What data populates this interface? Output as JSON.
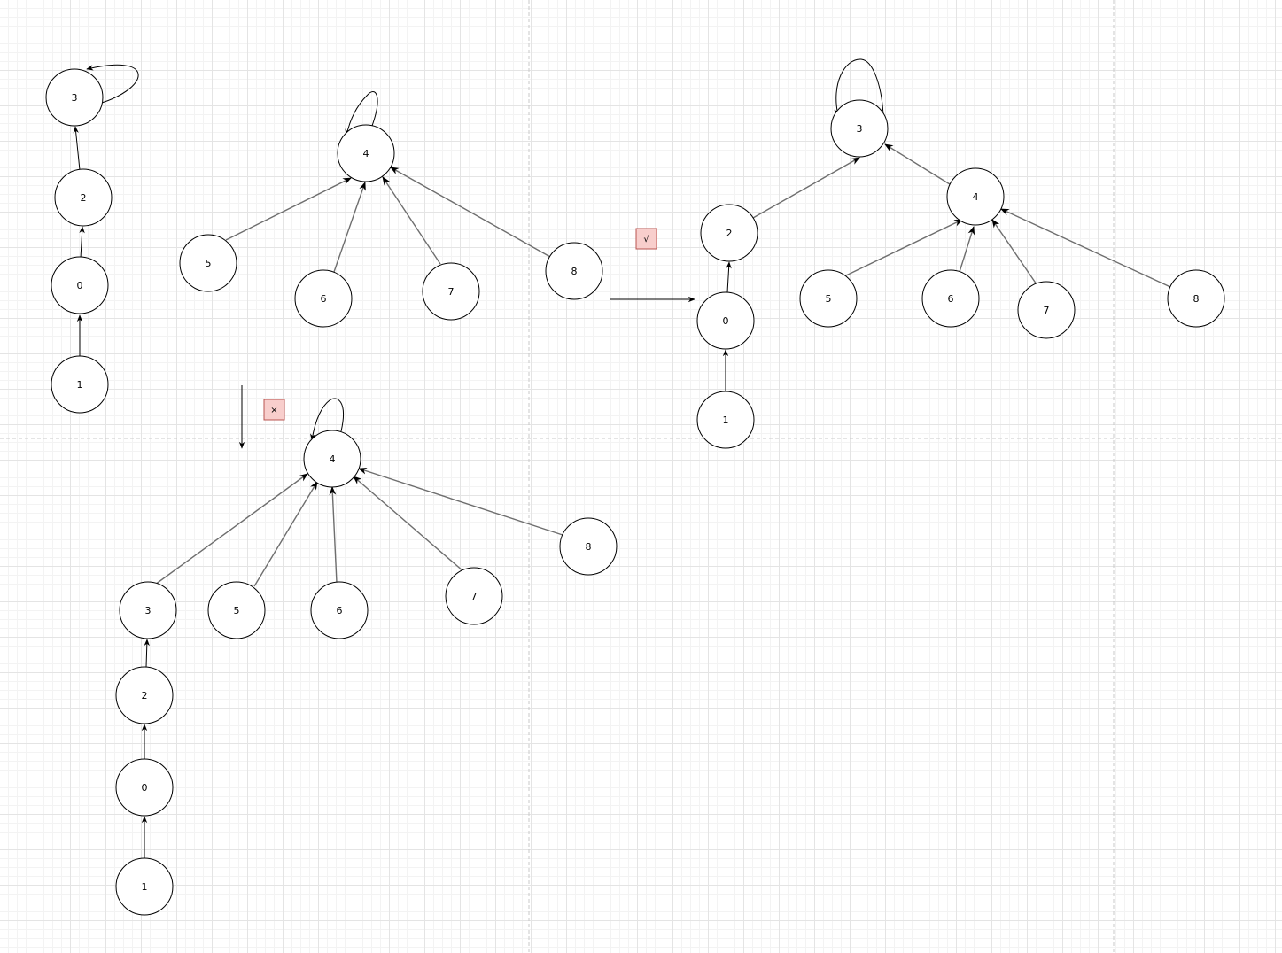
{
  "marks": {
    "check": {
      "text": "√"
    },
    "cross": {
      "text": "×"
    }
  },
  "colors": {
    "node_stroke": "#000000",
    "node_fill": "#ffffff",
    "mark_fill": "#f8cecc",
    "mark_stroke": "#b85450",
    "edge_dark": "#000000",
    "edge_gray": "#6e6e6e"
  },
  "graphs": {
    "chain_a": {
      "nodes": [
        "3",
        "2",
        "0",
        "1"
      ],
      "edges": [
        [
          "1",
          "0"
        ],
        [
          "0",
          "2"
        ],
        [
          "2",
          "3"
        ],
        [
          "3",
          "3"
        ]
      ]
    },
    "star_a": {
      "nodes": [
        "4",
        "5",
        "6",
        "7",
        "8"
      ],
      "edges": [
        [
          "5",
          "4"
        ],
        [
          "6",
          "4"
        ],
        [
          "7",
          "4"
        ],
        [
          "8",
          "4"
        ],
        [
          "4",
          "4"
        ]
      ]
    },
    "merged_good": {
      "nodes": [
        "3",
        "2",
        "0",
        "1",
        "4",
        "5",
        "6",
        "7",
        "8"
      ],
      "edges": [
        [
          "1",
          "0"
        ],
        [
          "0",
          "2"
        ],
        [
          "2",
          "3"
        ],
        [
          "4",
          "3"
        ],
        [
          "3",
          "3"
        ],
        [
          "5",
          "4"
        ],
        [
          "6",
          "4"
        ],
        [
          "7",
          "4"
        ],
        [
          "8",
          "4"
        ]
      ]
    },
    "merged_bad": {
      "nodes": [
        "4",
        "3",
        "5",
        "6",
        "7",
        "8",
        "2",
        "0",
        "1"
      ],
      "edges": [
        [
          "1",
          "0"
        ],
        [
          "0",
          "2"
        ],
        [
          "2",
          "3"
        ],
        [
          "3",
          "4"
        ],
        [
          "5",
          "4"
        ],
        [
          "6",
          "4"
        ],
        [
          "7",
          "4"
        ],
        [
          "8",
          "4"
        ],
        [
          "4",
          "4"
        ]
      ]
    }
  }
}
